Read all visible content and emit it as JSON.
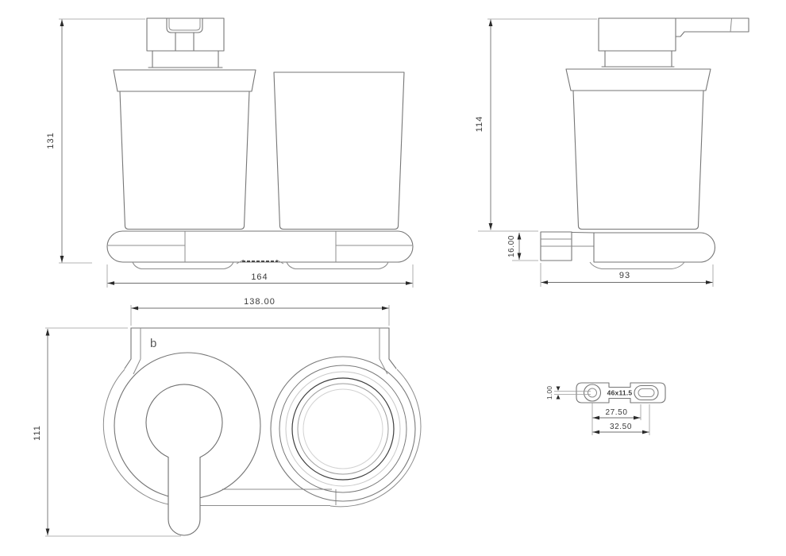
{
  "canvas": {
    "background": "#ffffff"
  },
  "brand": {
    "logo_mark": "b"
  },
  "views": {
    "front": {
      "height_dim": "131",
      "width_dim": "164"
    },
    "side": {
      "height_dim": "114",
      "wall_plate_dim": "16.00",
      "depth_dim": "93"
    },
    "plan": {
      "width_dim": "138.00",
      "depth_dim": "111"
    },
    "plate_detail": {
      "thickness_dim": "1.00",
      "plate_size": "46x11.5",
      "hole_pitch_inner": "27.50",
      "hole_pitch_outer": "32.50"
    }
  }
}
